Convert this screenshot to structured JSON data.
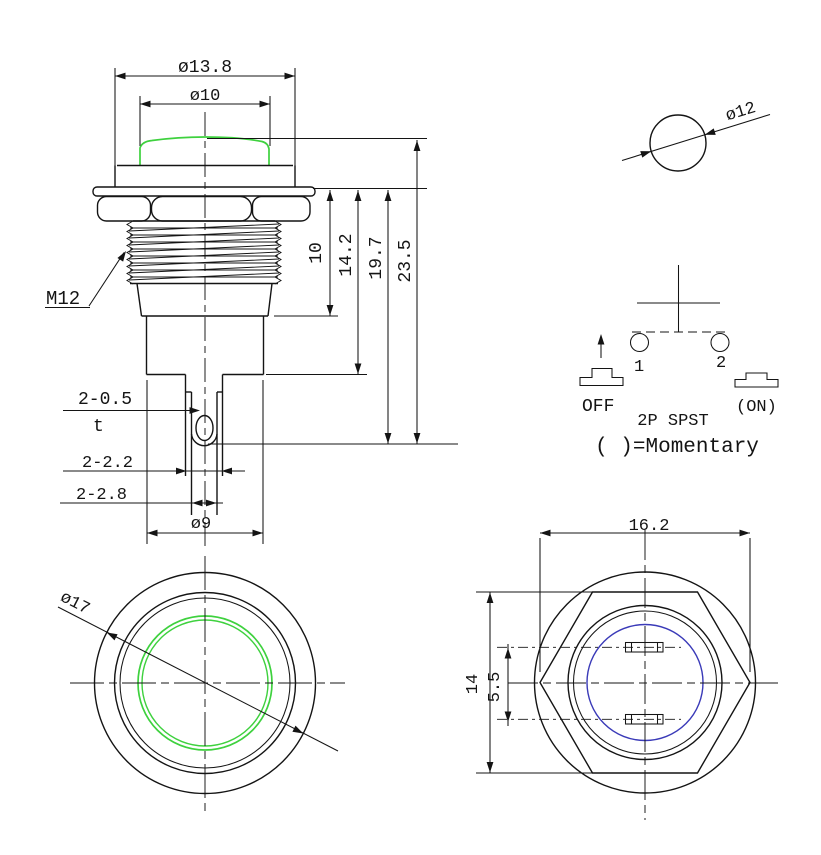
{
  "drawing": {
    "title": "push-button-switch-technical-drawing",
    "side_view": {
      "dim_d13_8": "ø13.8",
      "dim_d10": "ø10",
      "thread_label": "M12",
      "dim_10": "10",
      "dim_14_2": "14.2",
      "dim_19_7": "19.7",
      "dim_23_5": "23.5",
      "dim_2_0_5": "2-0.5",
      "dim_t": "t",
      "dim_2_2_2": "2-2.2",
      "dim_2_2_8": "2-2.8",
      "dim_d9": "ø9"
    },
    "projection_view": {
      "dim_d12": "ø12"
    },
    "circuit": {
      "terminal_1": "1",
      "terminal_2": "2",
      "off_label": "OFF",
      "on_label": "(ON)",
      "type_label": "2P SPST",
      "momentary_note": "(  )=Momentary"
    },
    "front_view": {
      "dim_d17": "ø17"
    },
    "rear_view": {
      "dim_16_2": "16.2",
      "dim_14": "14",
      "dim_5_5": "5.5"
    },
    "colors": {
      "line": "#141414",
      "illumination_green": "#3ed13e",
      "ring_blue": "#3a3ab8",
      "background": "#ffffff"
    }
  }
}
